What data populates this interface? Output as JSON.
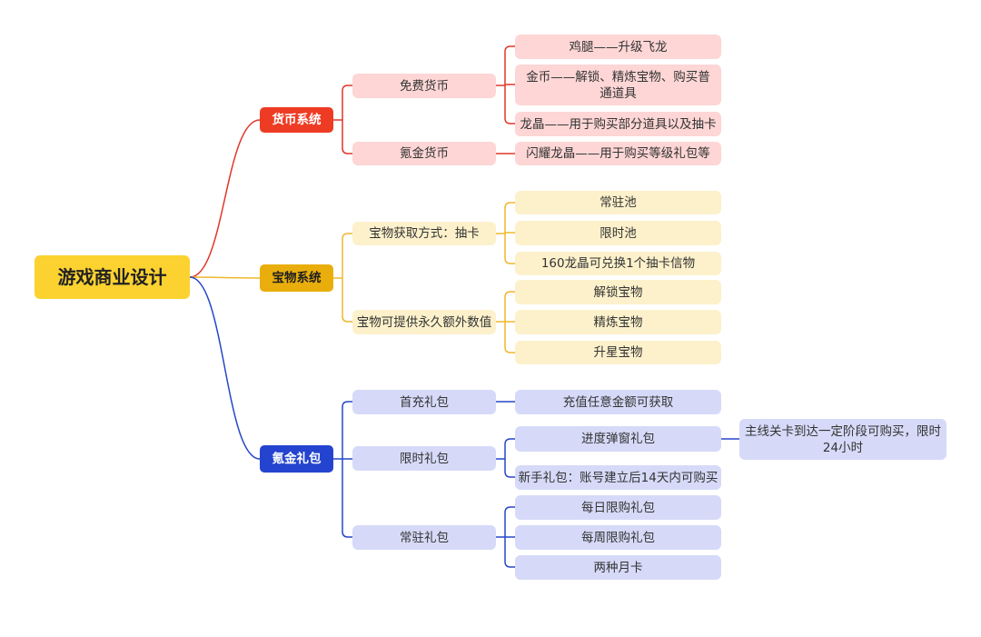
{
  "colors": {
    "red": "#e0372a",
    "yellow": "#f0b72c",
    "blue": "#2747c8"
  },
  "root": {
    "label": "游戏商业设计"
  },
  "currency": {
    "label": "货币系统",
    "free": {
      "label": "免费货币"
    },
    "chicken": "鸡腿——升级飞龙",
    "gold": "金币——解锁、精炼宝物、购买普通道具",
    "dragon": "龙晶——用于购买部分道具以及抽卡",
    "krypton": {
      "label": "氪金货币"
    },
    "shiny": "闪耀龙晶——用于购买等级礼包等"
  },
  "treasure": {
    "label": "宝物系统",
    "acquire": "宝物获取方式：抽卡",
    "permanent_pool": "常驻池",
    "limited_pool": "限时池",
    "exchange": "160龙晶可兑换1个抽卡信物",
    "value": "宝物可提供永久额外数值",
    "unlock": "解锁宝物",
    "refine": "精炼宝物",
    "star": "升星宝物"
  },
  "packs": {
    "label": "氪金礼包",
    "first": "首充礼包",
    "first_detail": "充值任意金额可获取",
    "limited": "限时礼包",
    "progress": "进度弹窗礼包",
    "progress_detail": "主线关卡到达一定阶段可购买，限时24小时",
    "newbie": "新手礼包：账号建立后14天内可购买",
    "regular": "常驻礼包",
    "daily": "每日限购礼包",
    "weekly": "每周限购礼包",
    "monthly": "两种月卡"
  }
}
